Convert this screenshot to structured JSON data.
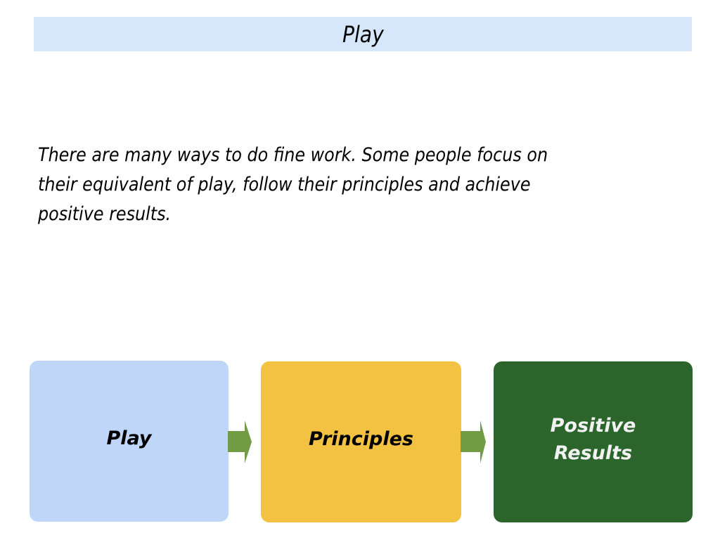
{
  "slide": {
    "title": "Play",
    "title_bar_color": "#d6e6fb",
    "body_text": "There are many ways to do fine work. Some people focus on\ntheir equivalent of play, follow their principles and achieve\npositive results."
  },
  "flow": {
    "boxes": [
      {
        "label": "Play",
        "color": "#bfd6f9",
        "text_color": "#000000"
      },
      {
        "label": "Principles",
        "color": "#f4c242",
        "text_color": "#000000"
      },
      {
        "label": "Positive\nResults",
        "color": "#2b652c",
        "text_color": "#f2f2f2"
      }
    ],
    "arrows": [
      {
        "icon": "right-arrow-icon",
        "color": "#719b45"
      },
      {
        "icon": "right-arrow-icon",
        "color": "#719b45"
      }
    ]
  }
}
